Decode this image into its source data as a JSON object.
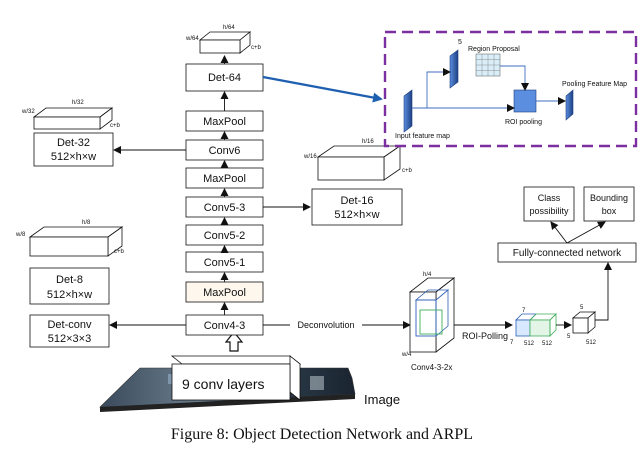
{
  "caption": "Figure 8: Object Detection Network and ARPL",
  "backbone": {
    "image_label": "Image",
    "conv_layers": "9 conv layers",
    "conv4_3": "Conv4-3",
    "maxpool_1": "MaxPool",
    "conv5_1": "Conv5-1",
    "conv5_2": "Conv5-2",
    "conv5_3": "Conv5-3",
    "maxpool_2": "MaxPool",
    "conv6": "Conv6",
    "maxpool_3": "MaxPool",
    "det64": "Det-64"
  },
  "heads": {
    "det32": {
      "title": "Det-32",
      "size": "512×h×w",
      "box_w": "w/32",
      "box_h": "h/32",
      "box_c": "c+b"
    },
    "det16": {
      "title": "Det-16",
      "size": "512×h×w",
      "box_w": "w/16",
      "box_h": "h/16",
      "box_c": "c+b"
    },
    "det8": {
      "title": "Det-8",
      "size": "512×h×w",
      "box_w": "w/8",
      "box_h": "h/8",
      "box_c": "c+b"
    },
    "detconv": {
      "title": "Det-conv",
      "size": "512×3×3"
    },
    "det64_box": {
      "box_w": "w/64",
      "box_h": "h/64",
      "box_c": "c+b"
    }
  },
  "arpl": {
    "input_feature_map": "Input feature map",
    "region_proposal": "Region Proposal",
    "rp_num": "5",
    "roi_pooling": "ROI pooling",
    "pooling_feature_map": "Pooling Feature Map",
    "border_color": "#7b2fa0"
  },
  "detection": {
    "deconvolution": "Deconvolution",
    "conv4_3_2x": "Conv4-3-2x",
    "block_h": "h/4",
    "block_w": "w/4",
    "roi_polling": "ROI-Polling",
    "roi_7a": "7",
    "roi_7b": "7",
    "roi_512a": "512",
    "roi_512b": "512",
    "cube_5a": "5",
    "cube_5b": "5",
    "cube_512": "512",
    "fc_network": "Fully-connected network",
    "class_possibility_1": "Class",
    "class_possibility_2": "possibility",
    "bounding_box_1": "Bounding",
    "bounding_box_2": "box"
  },
  "colors": {
    "highlight_box": "#fdf7ee",
    "blue_arrow": "#1f5fb0",
    "feature_blue": "#2c5fb5",
    "green_frame": "#3fae5a",
    "grid_fill": "#d9eef8"
  }
}
